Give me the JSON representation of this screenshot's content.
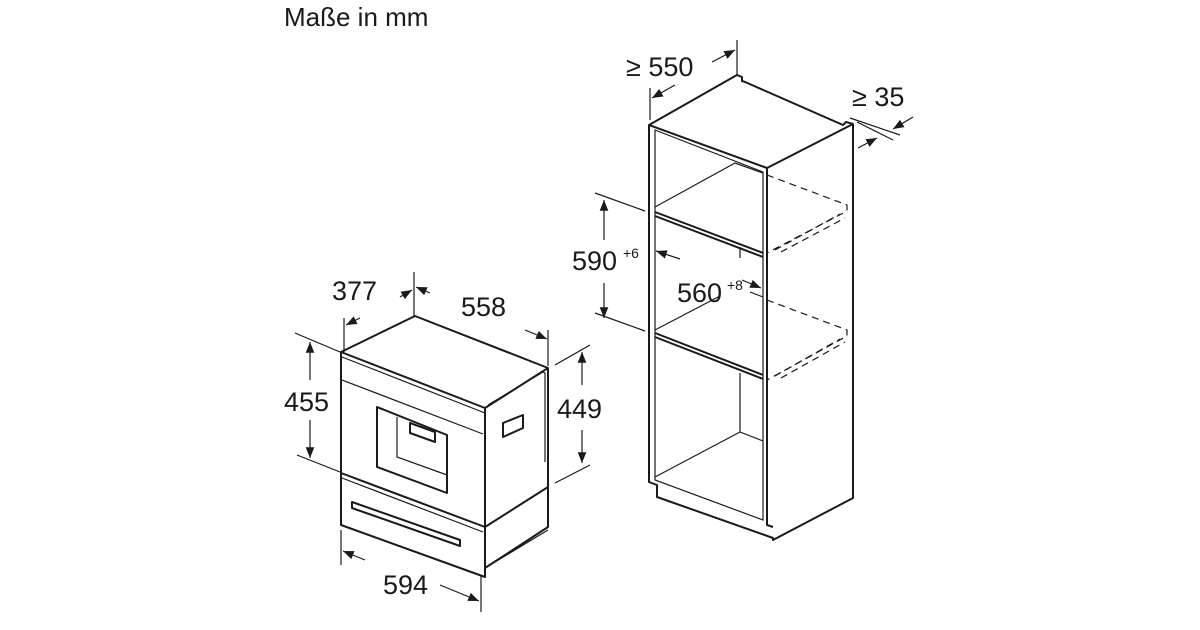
{
  "title": "Maße in mm",
  "appliance": {
    "depth_label": "377",
    "depth_total_label": "558",
    "front_height_label": "455",
    "body_height_label": "449",
    "width_label": "594"
  },
  "cabinet": {
    "depth_label": "≥ 550",
    "rear_gap_label": "≥ 35",
    "niche_height_label": "590",
    "niche_height_tolerance": "+6",
    "niche_width_label": "560",
    "niche_width_tolerance": "+8"
  }
}
